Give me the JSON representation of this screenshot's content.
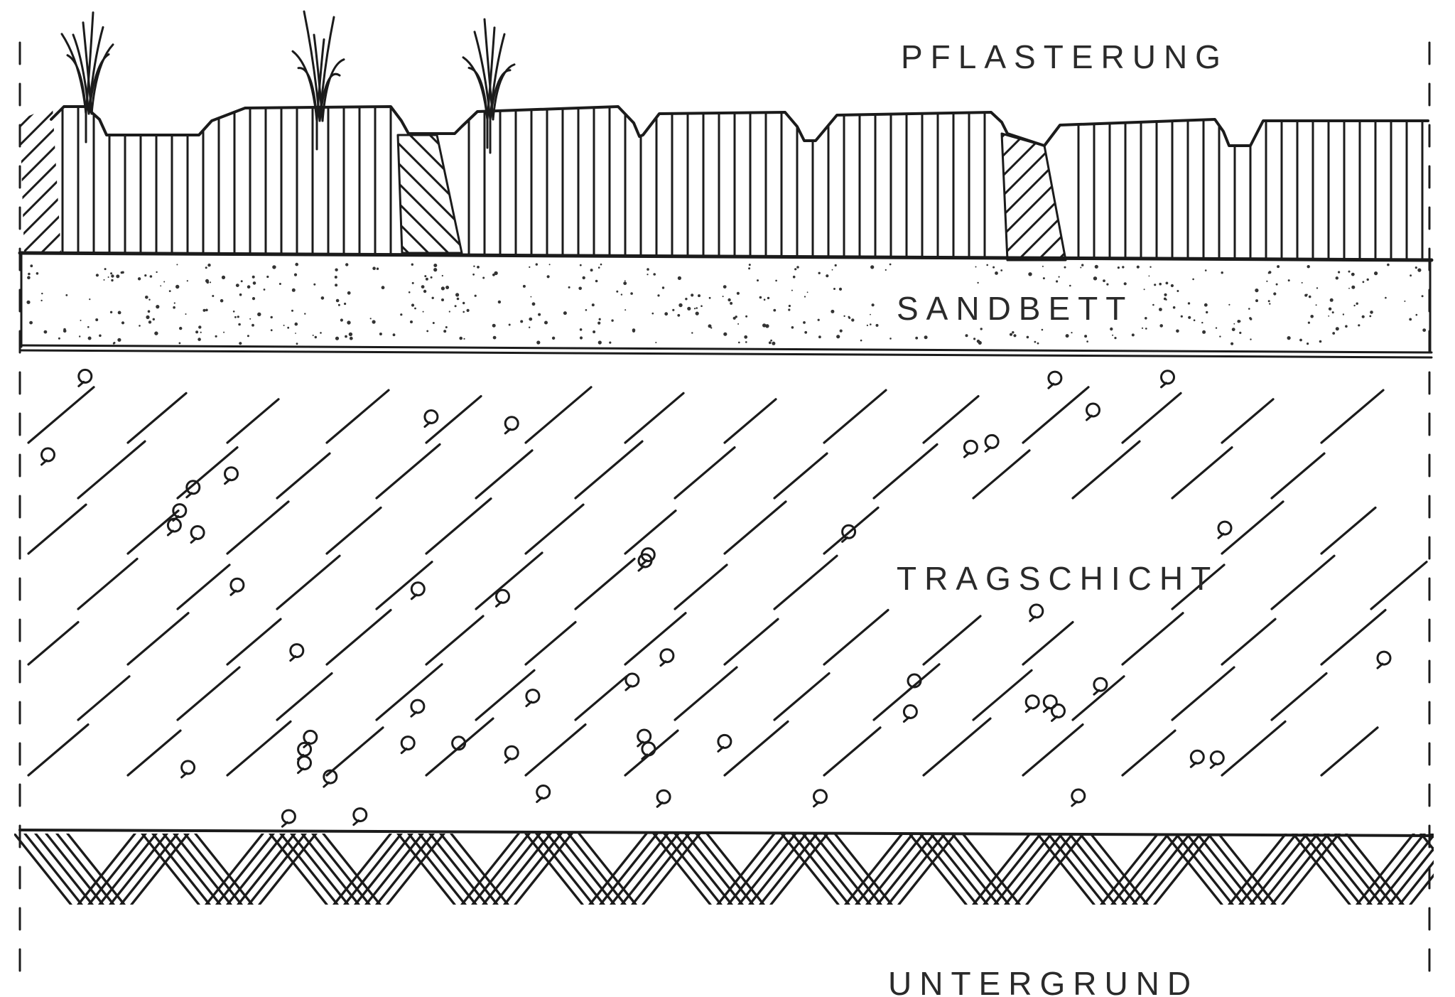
{
  "labels": {
    "pavement": "PFLASTERUNG",
    "sand_bed": "SANDBETT",
    "base_course": "TRAGSCHICHT",
    "subgrade": "UNTERGRUND"
  },
  "colors": {
    "ink": "#1b1b1b",
    "paper": "#ffffff"
  }
}
